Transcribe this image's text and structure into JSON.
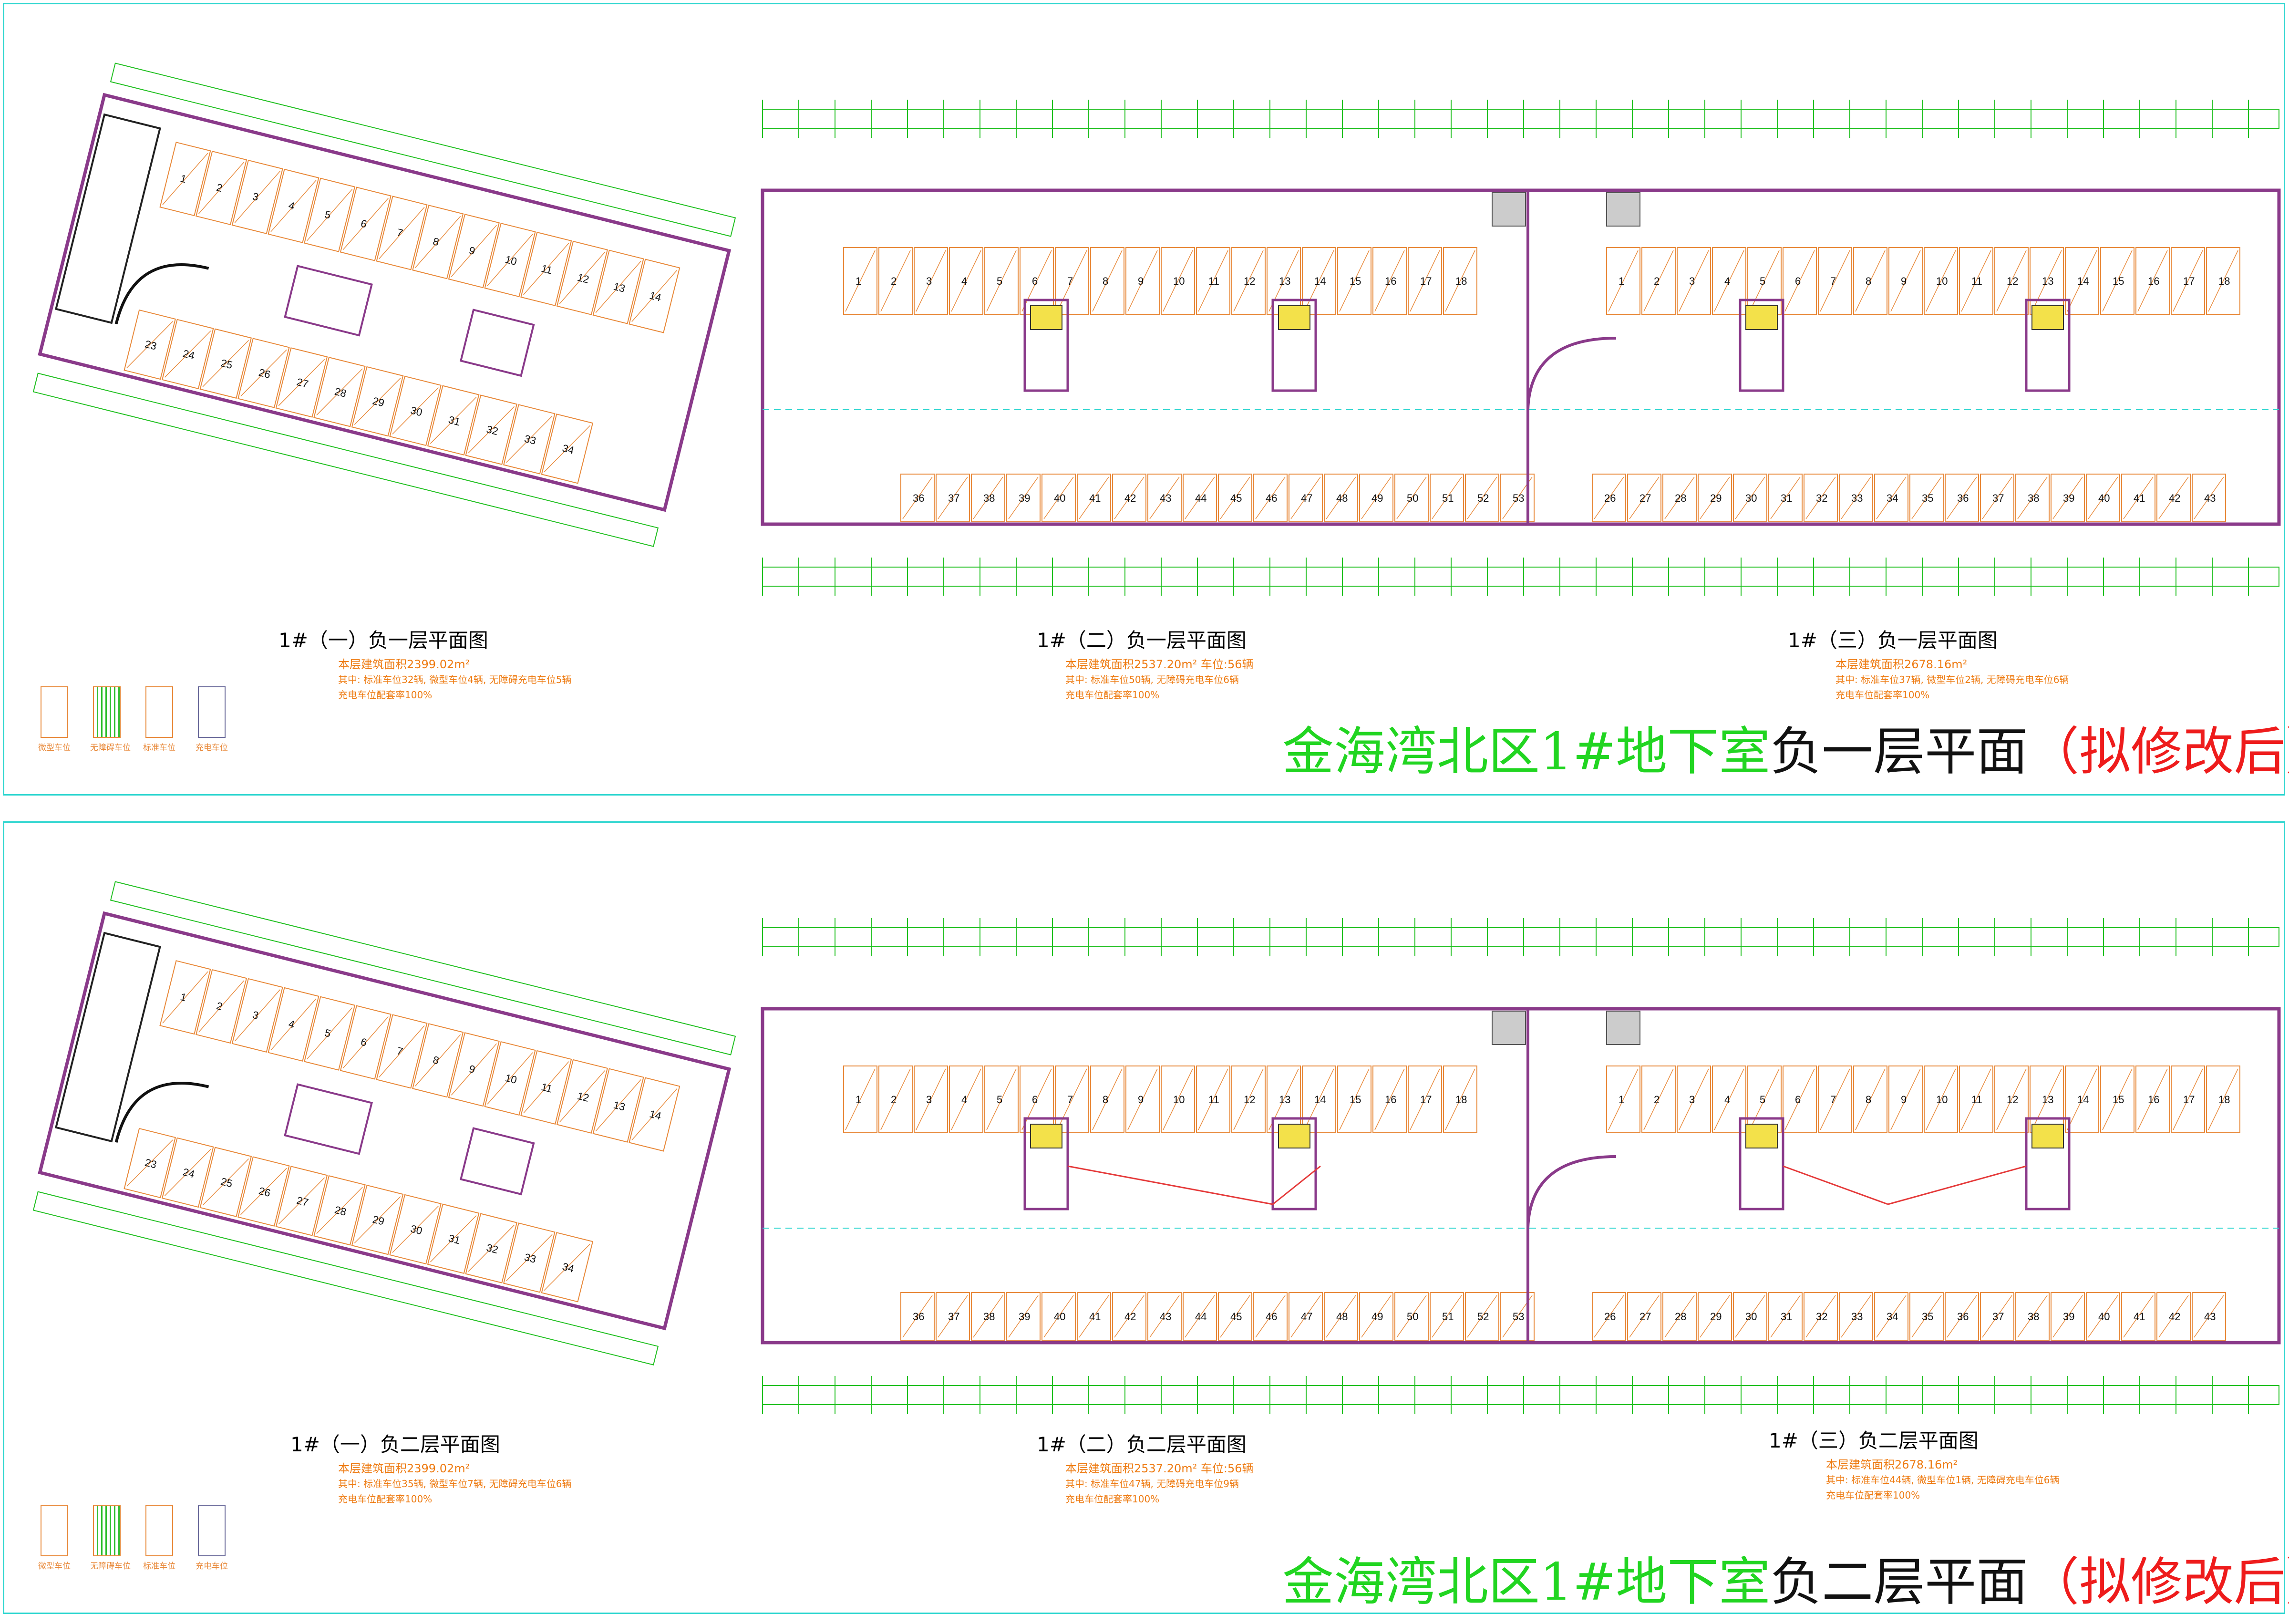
{
  "legend": [
    "微型车位",
    "无障碍车位",
    "标准车位",
    "充电车位"
  ],
  "top": {
    "heading": {
      "green": "金海湾北区1#地下室",
      "black": "负一层平面",
      "red": "（拟修改后）"
    },
    "plans": [
      {
        "title": "1#（一）负一层平面图",
        "area": "本层建筑面积2399.02m²",
        "spaces": "其中: 标准车位32辆, 微型车位4辆, 无障碍充电车位5辆",
        "ratio": "充电车位配套率100%"
      },
      {
        "title": "1#（二）负一层平面图",
        "area": "本层建筑面积2537.20m² 车位:56辆",
        "spaces": "其中: 标准车位50辆, 无障碍充电车位6辆",
        "ratio": "充电车位配套率100%"
      },
      {
        "title": "1#（三）负一层平面图",
        "area": "本层建筑面积2678.16m²",
        "spaces": "其中: 标准车位37辆, 微型车位2辆, 无障碍充电车位6辆",
        "ratio": "充电车位配套率100%"
      }
    ]
  },
  "bottom": {
    "heading": {
      "green": "金海湾北区1#地下室",
      "black": "负二层平面",
      "red": "（拟修改后）"
    },
    "plans": [
      {
        "title": "1#（一）负二层平面图",
        "area": "本层建筑面积2399.02m²",
        "spaces": "其中: 标准车位35辆, 微型车位7辆, 无障碍充电车位6辆",
        "ratio": "充电车位配套率100%"
      },
      {
        "title": "1#（二）负二层平面图",
        "area": "本层建筑面积2537.20m² 车位:56辆",
        "spaces": "其中: 标准车位47辆, 无障碍充电车位9辆",
        "ratio": "充电车位配套率100%"
      },
      {
        "title": "1#（三）负二层平面图",
        "area": "本层建筑面积2678.16m²",
        "spaces": "其中: 标准车位44辆, 微型车位1辆, 无障碍充电车位6辆",
        "ratio": "充电车位配套率100%"
      }
    ]
  },
  "colors": {
    "sheet_border": "#2fd6d0",
    "wall": "#8a3a8a",
    "dimension": "#21c021",
    "parking": "#e8893a",
    "heading_green": "#21d521",
    "heading_red": "#ee1c1c"
  }
}
